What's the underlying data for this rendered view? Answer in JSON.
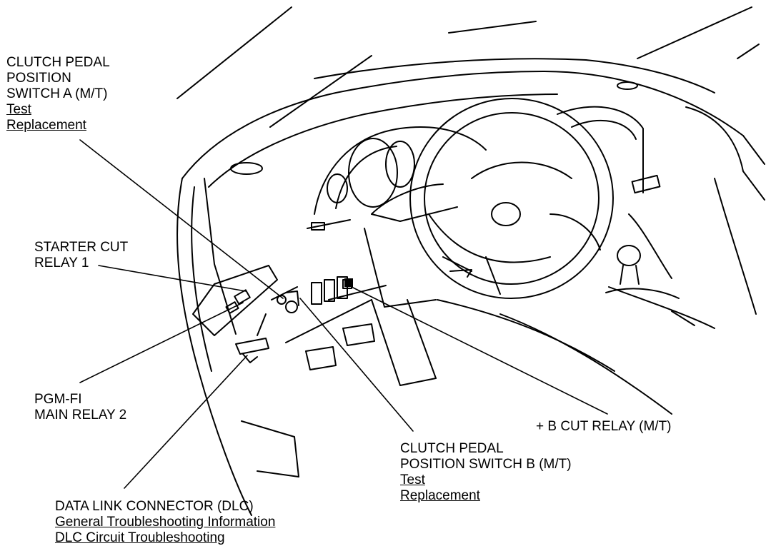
{
  "colors": {
    "ink": "#000000",
    "paper": "#ffffff"
  },
  "callouts": {
    "clutch_switch_a": {
      "lines": [
        "CLUTCH PEDAL",
        "POSITION",
        "SWITCH A (M/T)"
      ],
      "links": [
        "Test",
        "Replacement"
      ]
    },
    "starter_cut_relay": {
      "lines": [
        "STARTER CUT",
        "RELAY 1"
      ]
    },
    "pgm_fi_relay": {
      "lines": [
        "PGM-FI",
        "MAIN RELAY 2"
      ]
    },
    "b_cut_relay": {
      "lines": [
        "+ B CUT RELAY (M/T)"
      ]
    },
    "clutch_switch_b": {
      "lines": [
        "CLUTCH PEDAL",
        "POSITION SWITCH B (M/T)"
      ],
      "links": [
        "Test",
        "Replacement"
      ]
    },
    "dlc": {
      "lines": [
        "DATA LINK CONNECTOR (DLC)"
      ],
      "links": [
        "General Troubleshooting Information",
        "DLC Circuit Troubleshooting"
      ]
    }
  }
}
